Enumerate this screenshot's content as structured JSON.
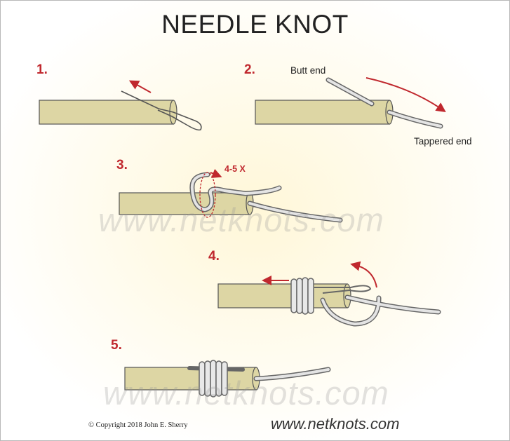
{
  "title": "NEEDLE KNOT",
  "steps": [
    "1.",
    "2.",
    "3.",
    "4.",
    "5."
  ],
  "labels": {
    "butt_end": "Butt end",
    "tapered_end": "Tappered end",
    "wraps": "4-5 X"
  },
  "watermark": "www.netknots.com",
  "footer": {
    "copyright": "© Copyright 2018 John E. Sherry",
    "site": "www.netknots.com"
  },
  "colors": {
    "step_red": "#c0282e",
    "fly_line": "#ddd6a4",
    "leader": "#e4e4e4"
  }
}
